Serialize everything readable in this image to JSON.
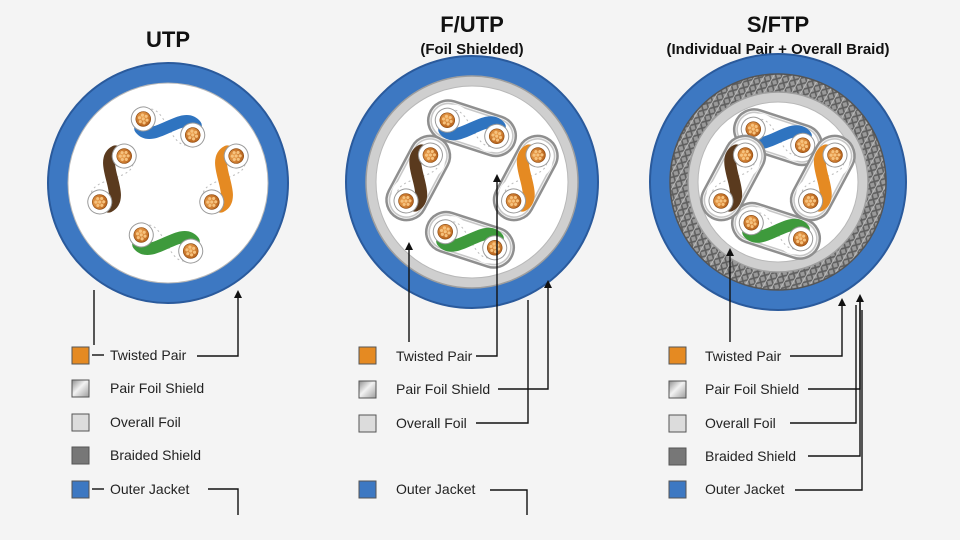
{
  "colors": {
    "jacket": "#3d78c2",
    "jacket_dark": "#2a5a9c",
    "interior": "#ffffff",
    "overall_foil": "#cfcfcf",
    "pair_foil": "#d2d2d2",
    "braid": "#8a8a8a",
    "orange": "#e58a22",
    "blue": "#2f74c0",
    "green": "#3e9a3c",
    "brown": "#5a3a1e",
    "copper": "#c8731e"
  },
  "diagrams": [
    {
      "id": "utp",
      "title": "UTP",
      "subtitle": "",
      "legend": [
        {
          "label": "Twisted Pair",
          "swatch": "#e58a22",
          "kind": "solid"
        },
        {
          "label": "Pair Foil Shield",
          "swatch": "#d8d8d8",
          "kind": "foil"
        },
        {
          "label": "Overall Foil",
          "swatch": "#dcdcdc",
          "kind": "solid"
        },
        {
          "label": "Braided Shield",
          "swatch": "#777777",
          "kind": "solid"
        },
        {
          "label": "Outer Jacket",
          "swatch": "#3d78c2",
          "kind": "solid"
        }
      ]
    },
    {
      "id": "futp",
      "title": "F/UTP",
      "subtitle": "(Foil Shielded)",
      "legend": [
        {
          "label": "Twisted Pair",
          "swatch": "#e58a22",
          "kind": "solid"
        },
        {
          "label": "Pair Foil Shield",
          "swatch": "#d8d8d8",
          "kind": "foil"
        },
        {
          "label": "Overall Foil",
          "swatch": "#dcdcdc",
          "kind": "solid"
        },
        {
          "label": "Outer Jacket",
          "swatch": "#3d78c2",
          "kind": "solid"
        }
      ]
    },
    {
      "id": "sftp",
      "title": "S/FTP",
      "subtitle": "(Individual Pair + Overall Braid)",
      "legend": [
        {
          "label": "Twisted Pair",
          "swatch": "#e58a22",
          "kind": "solid"
        },
        {
          "label": "Pair Foil Shield",
          "swatch": "#d8d8d8",
          "kind": "foil"
        },
        {
          "label": "Overall Foil",
          "swatch": "#dcdcdc",
          "kind": "solid"
        },
        {
          "label": "Braided Shield",
          "swatch": "#777777",
          "kind": "solid"
        },
        {
          "label": "Outer Jacket",
          "swatch": "#3d78c2",
          "kind": "solid"
        }
      ]
    }
  ]
}
